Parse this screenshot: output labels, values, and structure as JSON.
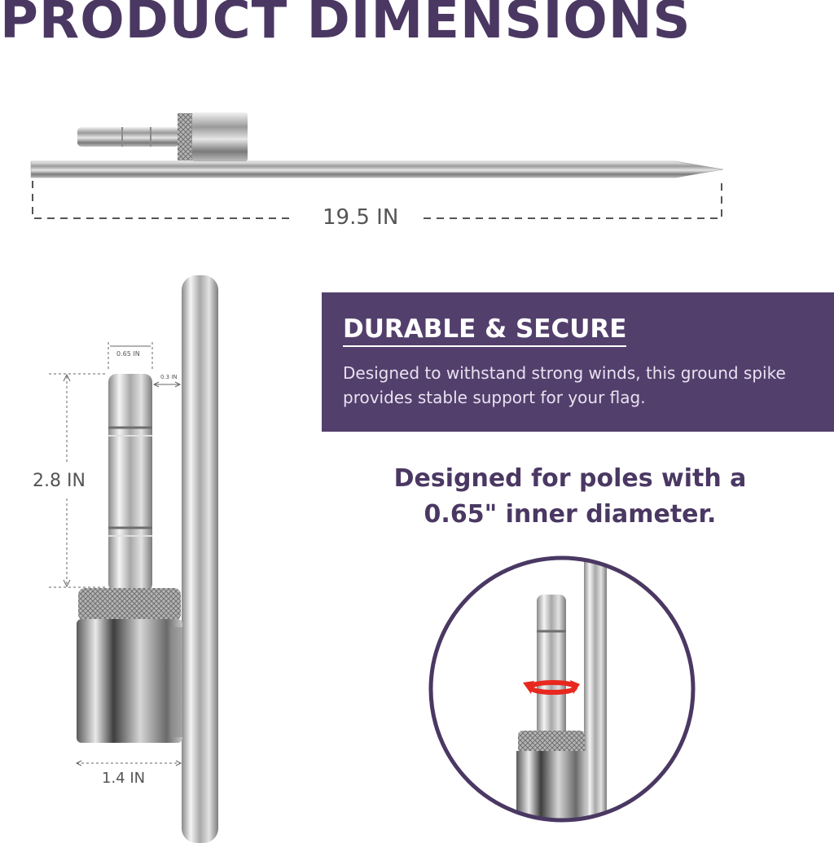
{
  "title": "PRODUCT DIMENSIONS",
  "dimensions": {
    "overall_length": "19.5 IN",
    "adapter_height": "2.8 IN",
    "adapter_diameter": "0.65 IN",
    "gap": "0.3 IN",
    "sleeve_width": "1.4 IN"
  },
  "banner": {
    "heading": "DURABLE & SECURE",
    "body": "Designed to withstand strong winds, this ground spike provides stable support for your flag."
  },
  "note": {
    "line1": "Designed for poles with a",
    "line2": "0.65\" inner diameter."
  },
  "colors": {
    "brand_purple": "#533f6c",
    "text_purple": "#4a3863",
    "steel": "#c9c9c9",
    "rotation_arrow": "#e8281e"
  },
  "icons": [
    "rotation-arrow-icon"
  ]
}
